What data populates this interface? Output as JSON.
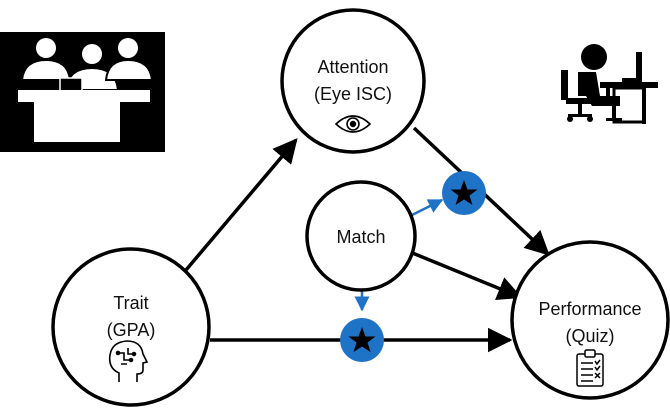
{
  "colors": {
    "stroke": "#000000",
    "accent": "#1f73c6",
    "moderator_fill": "#1f73c6",
    "star": "#000000",
    "background": "#ffffff"
  },
  "nodes": {
    "attention": {
      "line1": "Attention",
      "line2": "(Eye ISC)",
      "icon": "eye-icon"
    },
    "match": {
      "line1": "Match"
    },
    "trait": {
      "line1": "Trait",
      "line2": "(GPA)",
      "icon": "head-brain-icon"
    },
    "performance": {
      "line1": "Performance",
      "line2": "(Quiz)",
      "icon": "clipboard-checklist-icon"
    }
  },
  "icons": {
    "classroom": "classroom-group-icon",
    "solo": "person-at-computer-icon",
    "moderator": "star-icon"
  },
  "edges": [
    {
      "from": "trait",
      "to": "attention"
    },
    {
      "from": "trait",
      "to": "performance",
      "moderated_by": "match"
    },
    {
      "from": "attention",
      "to": "performance",
      "moderated_by": "match"
    },
    {
      "from": "match",
      "to": "performance"
    }
  ]
}
